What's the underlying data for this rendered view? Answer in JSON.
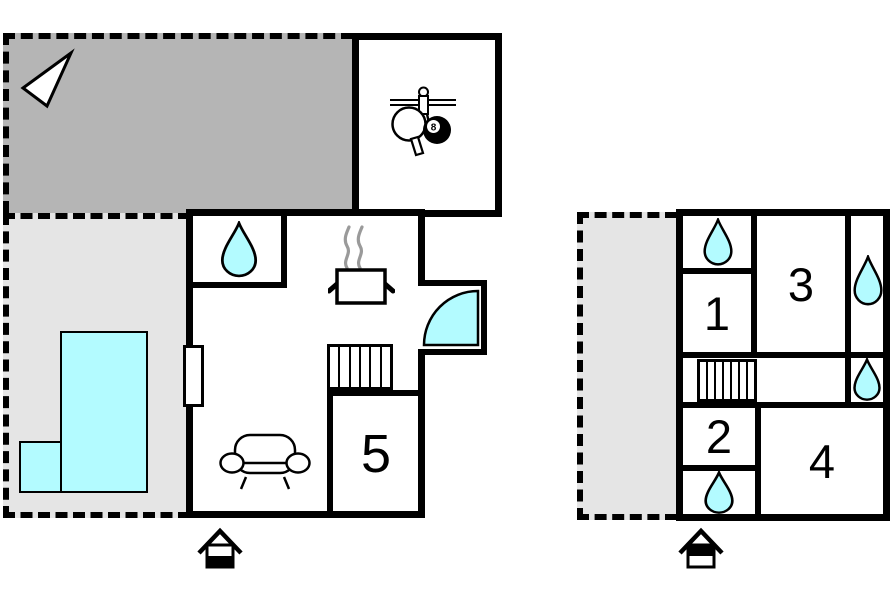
{
  "title": "Holiday home floor plan",
  "colors": {
    "paper": "#ffffff",
    "wall": "#000000",
    "terrace_dark": "#b5b5b5",
    "terrace_light": "#e5e5e5",
    "water": "#b3fbff",
    "steam": "#9a9a9a"
  },
  "ground_floor": {
    "name": "ground floor plan",
    "room_labels": {
      "room5": "5"
    },
    "icons": {
      "eight_ball": "8",
      "list": [
        "north-arrow",
        "table-tennis-paddle",
        "foosball-player",
        "eight-ball",
        "water-drop",
        "cooking-pot",
        "stairs",
        "sofa",
        "door-swing",
        "window",
        "pool",
        "ground-floor-marker"
      ]
    }
  },
  "upper_floor": {
    "name": "upper floor plan",
    "room_labels": {
      "room1": "1",
      "room2": "2",
      "room3": "3",
      "room4": "4"
    },
    "icons": {
      "list": [
        "water-drop",
        "stairs",
        "upper-floor-marker"
      ]
    }
  }
}
